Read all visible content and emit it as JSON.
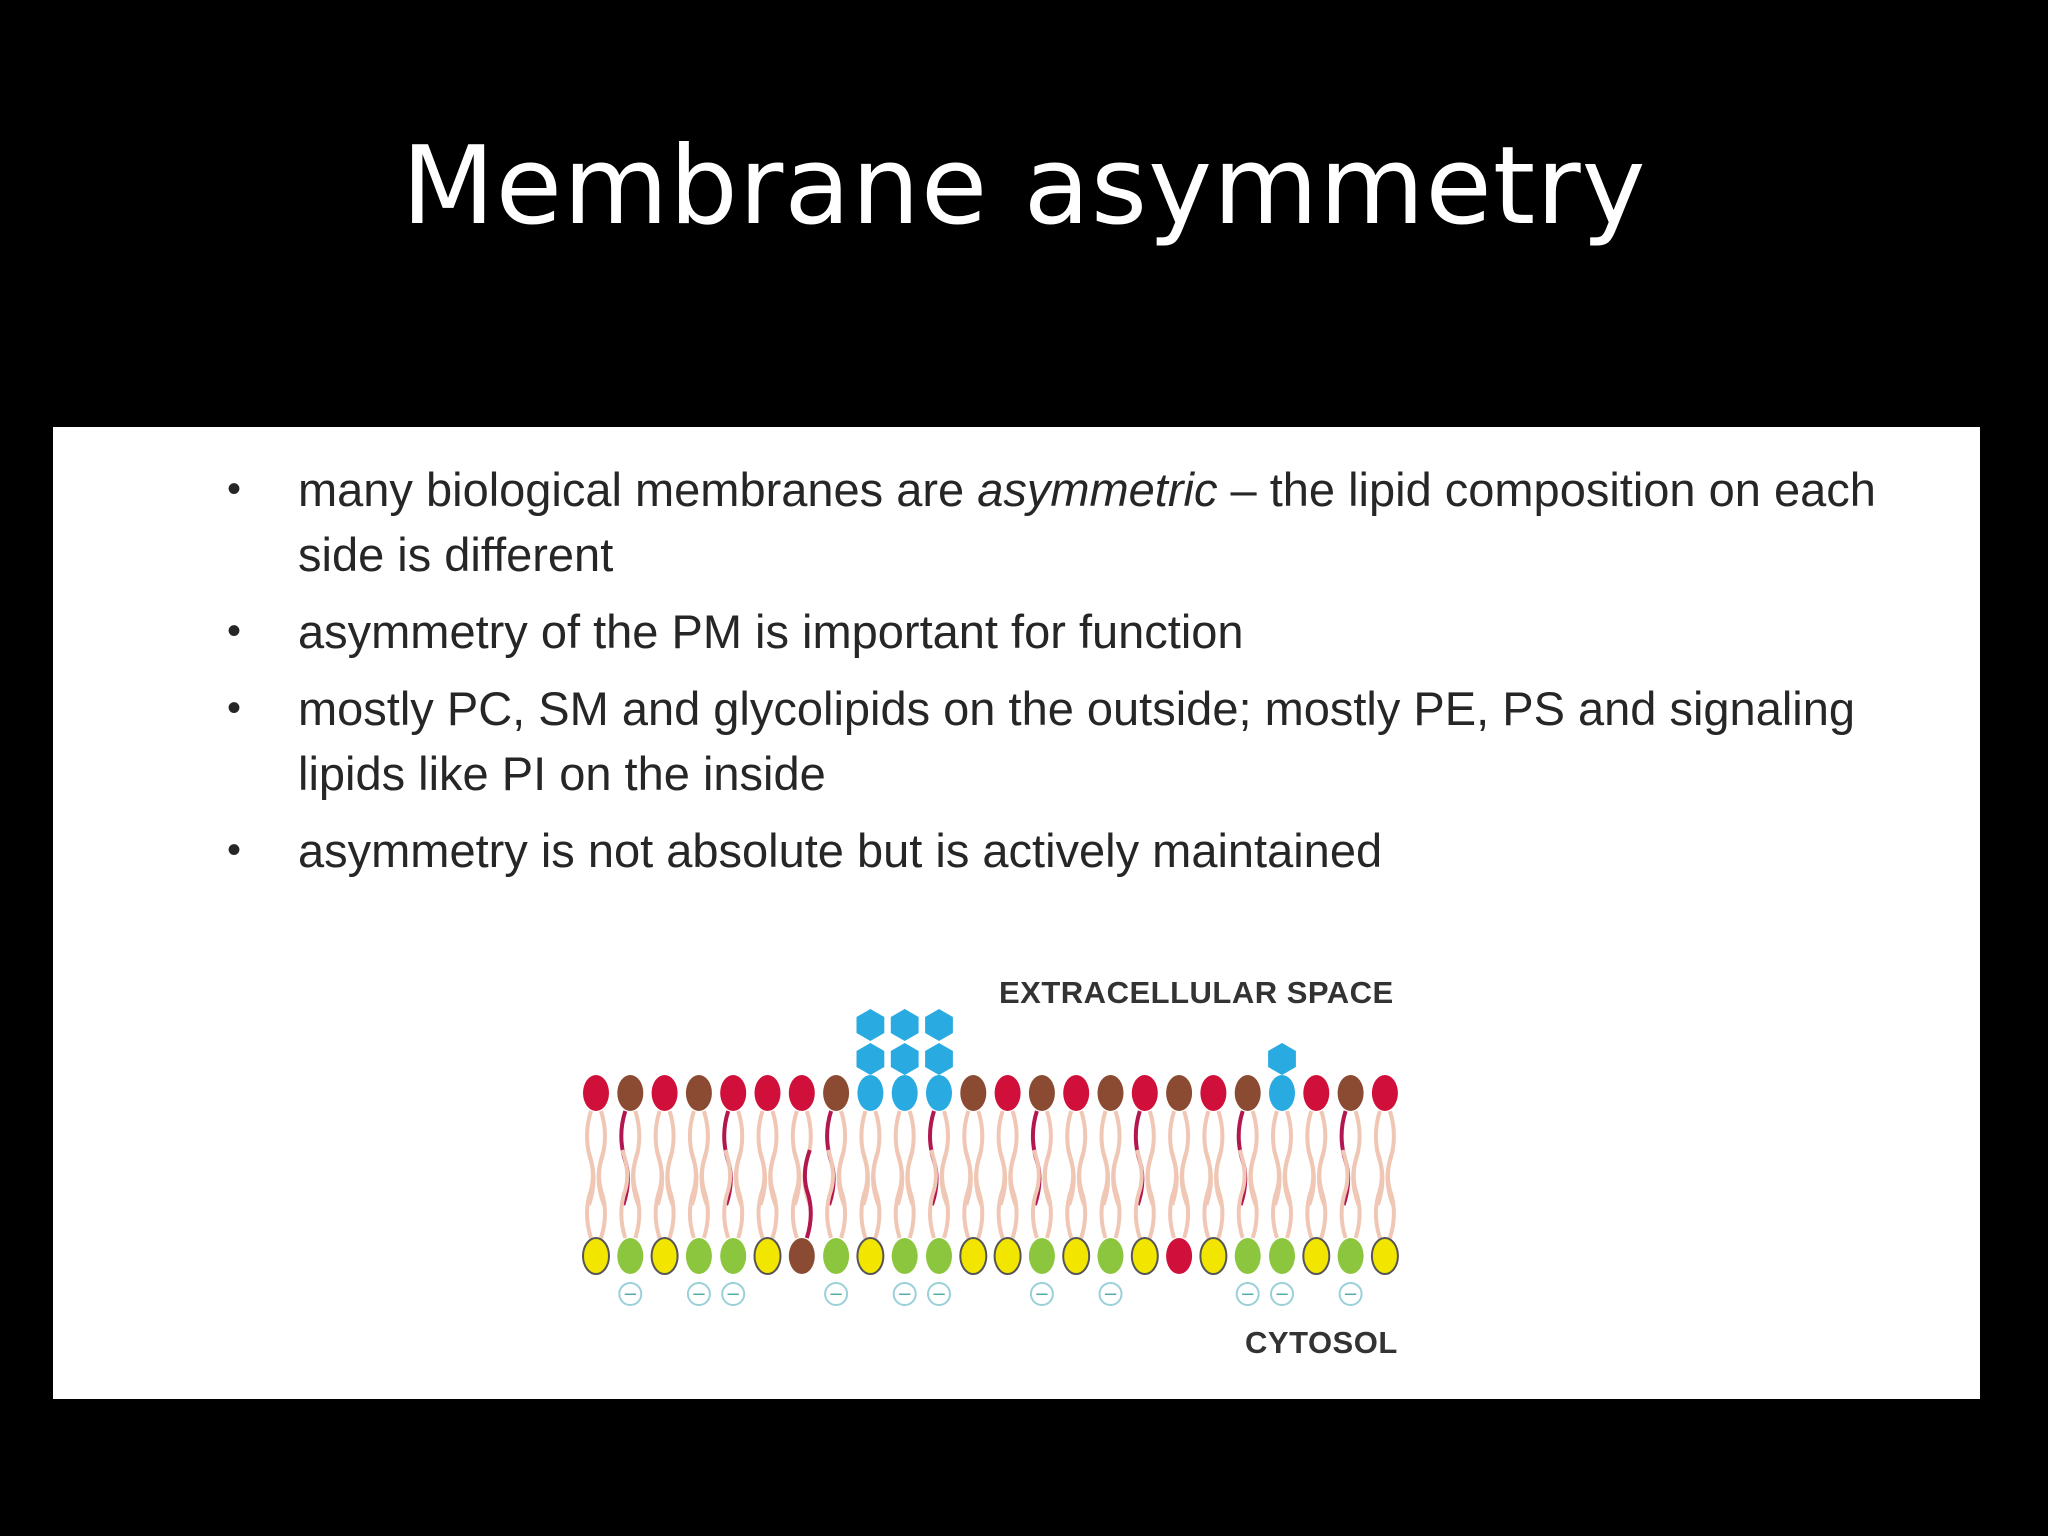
{
  "title": "Membrane asymmetry",
  "bullets": [
    {
      "before": "many biological membranes are ",
      "emphasis": "asymmetric",
      "after": " – the lipid composition on each side is different"
    },
    {
      "before": "asymmetry of the PM is important for function",
      "emphasis": "",
      "after": ""
    },
    {
      "before": "mostly PC, SM and glycolipids on the outside; mostly PE, PS and signaling lipids like PI on the inside",
      "emphasis": "",
      "after": ""
    },
    {
      "before": "asymmetry is not absolute but is actively maintained",
      "emphasis": "",
      "after": ""
    }
  ],
  "bullet_symbol": "•",
  "diagram": {
    "top_label": "EXTRACELLULAR SPACE",
    "bottom_label": "CYTOSOL",
    "charge_symbol": "−",
    "colors": {
      "red": "#d0103a",
      "brown": "#8a4b32",
      "yellow": "#f2e600",
      "green": "#8cc63f",
      "sugar": "#29abe2",
      "tail": "#f0c7b4",
      "dark_tail": "#b3174f"
    },
    "outer_leaflet": [
      "red",
      "brown",
      "red",
      "brown",
      "red",
      "red",
      "red",
      "brown",
      "sugar",
      "sugar",
      "sugar",
      "brown",
      "red",
      "brown",
      "red",
      "brown",
      "red",
      "brown",
      "red",
      "brown",
      "sugar",
      "red",
      "brown",
      "red"
    ],
    "inner_leaflet": [
      "yellow",
      "green",
      "yellow",
      "green",
      "green",
      "yellow",
      "brown",
      "green",
      "yellow",
      "green",
      "green",
      "yellow",
      "yellow",
      "green",
      "yellow",
      "green",
      "yellow",
      "red",
      "yellow",
      "green",
      "green",
      "yellow",
      "green",
      "yellow"
    ],
    "charged_inner_positions": [
      1,
      3,
      4,
      7,
      9,
      10,
      13,
      15,
      19,
      20,
      22
    ],
    "glycolipid_positions": [
      [
        8,
        3
      ],
      [
        9,
        3
      ],
      [
        10,
        3
      ],
      [
        20,
        2
      ]
    ]
  }
}
